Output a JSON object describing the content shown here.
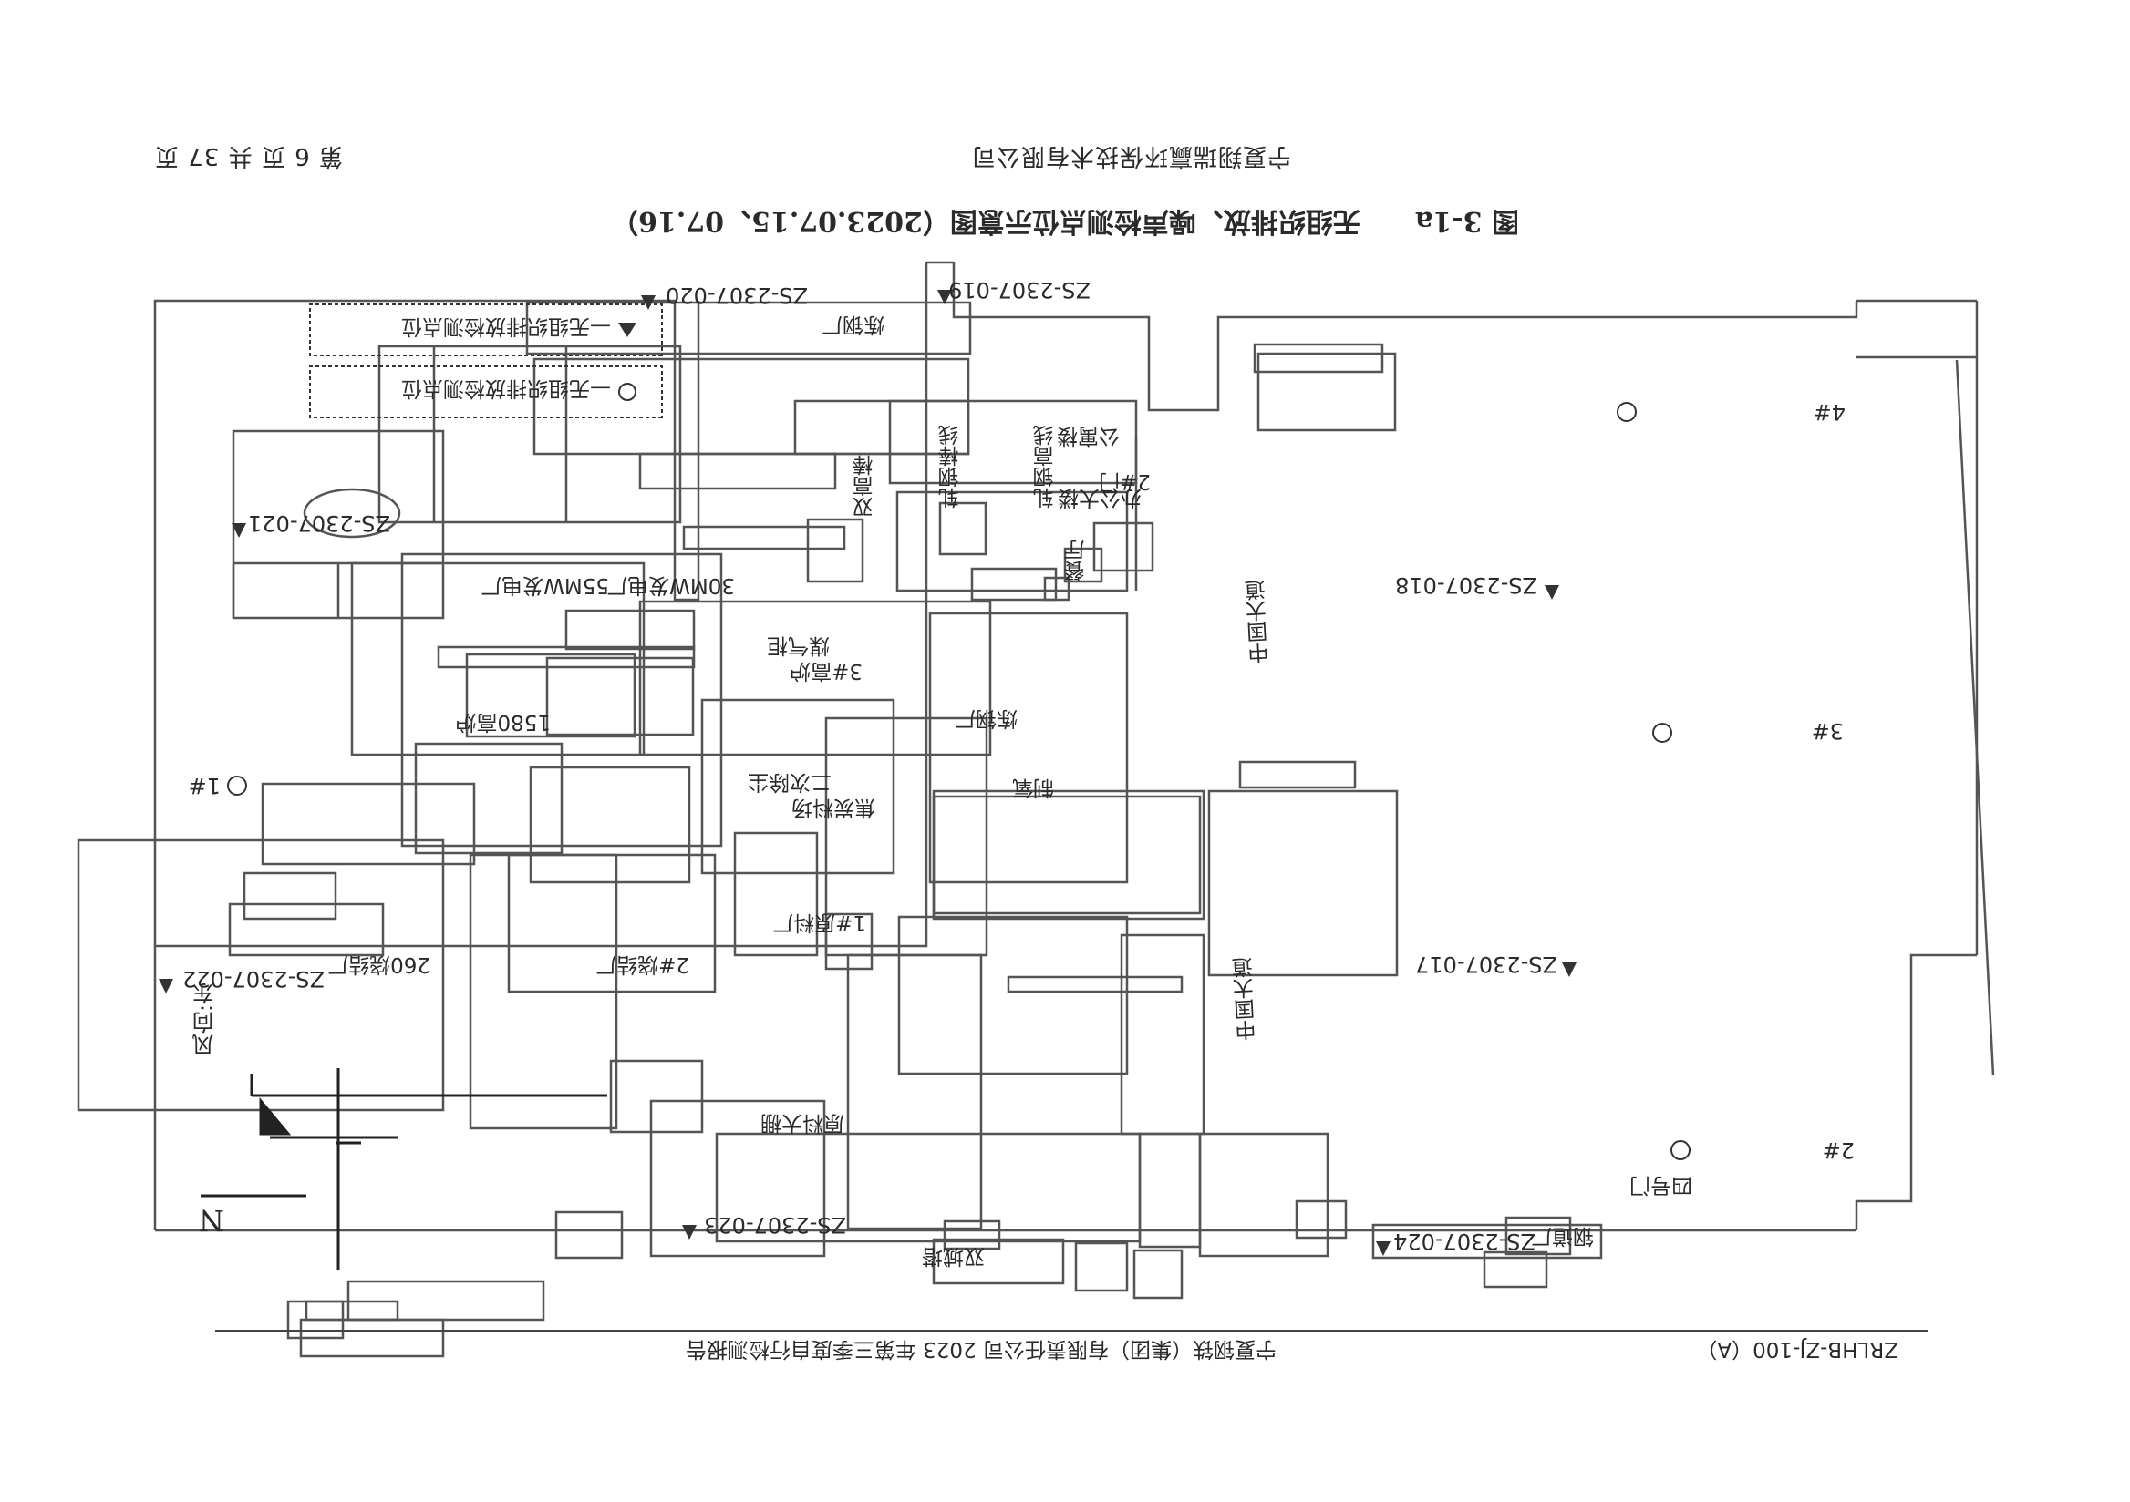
{
  "header": {
    "company": "宁夏翔瑞赢环保技术有限公司",
    "page_info": "第 6 页 共 37 页"
  },
  "figure": {
    "title": "图 3-1a　　无组织排放、噪声检测点位示意图（2023.07.15、07.16）"
  },
  "legend": {
    "triangle_label": "—无组织排放检测点位",
    "circle_label": "—无组织排放检测点位"
  },
  "points": {
    "p019": "ZS-2307-019",
    "p020": "ZS-2307-020",
    "p021": "ZS-2307-021",
    "p018": "ZS-2307-018",
    "p017": "ZS-2307-017",
    "p022": "ZS-2307-022",
    "p023": "ZS-2307-023",
    "p024": "ZS-2307-024",
    "o4": "4#",
    "o3": "3#",
    "o1": "1#",
    "o2": "2#"
  },
  "buildings": {
    "steel_plant_top": "炼钢厂",
    "apartment": "公寓楼",
    "gate2": "2#门",
    "office": "办公大楼",
    "canteen": "餐厅",
    "rolling_high": "轧钢高线",
    "rolling_bar": "轧钢棒线",
    "double_high": "双高棒",
    "power_30": "30MW发电厂",
    "power_55": "55MW发电厂",
    "gas_tank": "煤气柜",
    "furnace3": "3#高炉",
    "furnace1580": "1580高炉",
    "steel_plant_mid": "炼钢厂",
    "oxygen": "制氧",
    "dedust": "二次除尘",
    "coke_yard": "焦炭料场",
    "raw1": "1#原料厂",
    "sinter2": "2#烧结厂",
    "sinter260": "260烧结厂",
    "raw_shed": "原料大棚",
    "gate4": "四号门",
    "double_shield": "双城塔",
    "steel_door": "钢道厂"
  },
  "roads": {
    "road_north": "中国大道",
    "road_south": "中国大道"
  },
  "compass": {
    "north": "N",
    "wind": "风向:东"
  },
  "footer": {
    "code": "ZRLHB-ZJ-100（A）",
    "report": "宁夏钢铁（集团）有限责任公司 2023 年第三季度自行检测报告"
  }
}
